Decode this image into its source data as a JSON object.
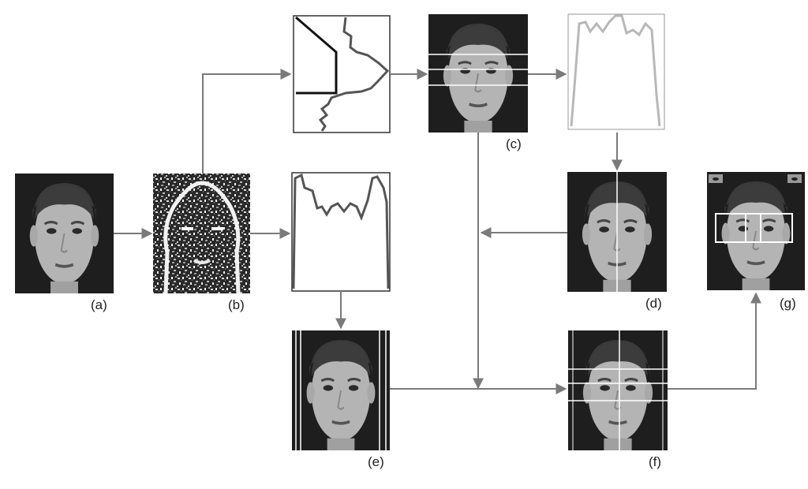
{
  "panels": [
    {
      "id": "a",
      "label": "(a)"
    },
    {
      "id": "b",
      "label": "(b)"
    },
    {
      "id": "c",
      "label": "(c)"
    },
    {
      "id": "d",
      "label": "(d)"
    },
    {
      "id": "e",
      "label": "(e)"
    },
    {
      "id": "f",
      "label": "(f)"
    },
    {
      "id": "g",
      "label": "(g)"
    }
  ],
  "colors": {
    "arrow": "#7a7a7a",
    "face_bg": "#1e1e1e",
    "skin": "#b4b4b4",
    "hair": "#3a3a3a",
    "plot_dark": "#555555",
    "plot_light": "#b8b8b8",
    "guide": "#ffffff"
  }
}
